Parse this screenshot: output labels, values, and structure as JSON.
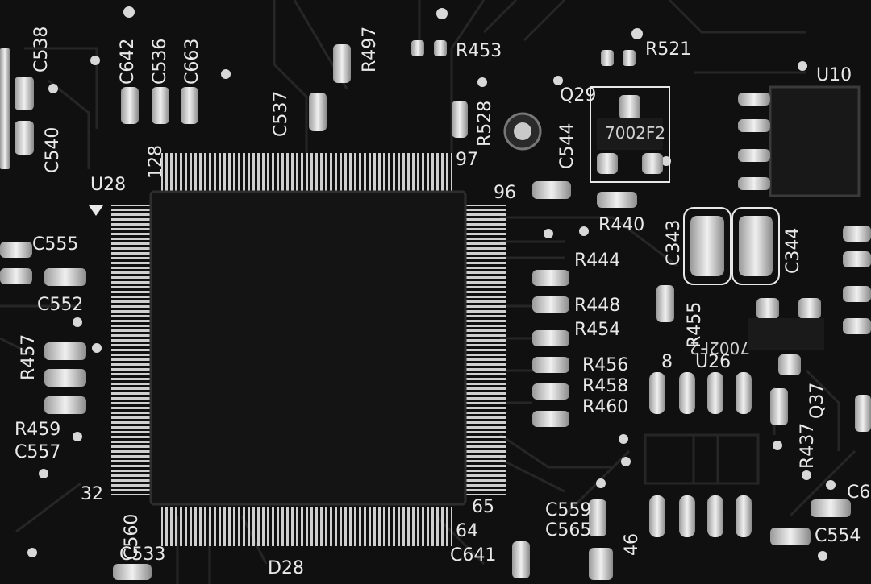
{
  "photo": {
    "chips": {
      "u28": {
        "ref": "U28",
        "pin_first": "128",
        "pin_left_bottom": "32",
        "pin_right_top": "96",
        "pin_right_97": "97",
        "pin_right_bottom": "65",
        "pin_bottom_right": "64"
      },
      "u10": {
        "ref": "U10"
      },
      "u26": {
        "ref": "U26",
        "pin": "8"
      },
      "q29": {
        "ref": "Q29",
        "marking": "7002F2"
      },
      "q37": {
        "ref": "Q37",
        "marking": "7002F2"
      }
    },
    "labels": [
      "C538",
      "C642",
      "C536",
      "C663",
      "C537",
      "R497",
      "R453",
      "R521",
      "C540",
      "R528",
      "C544",
      "C555",
      "C552",
      "R457",
      "R459",
      "C557",
      "R444",
      "R448",
      "R454",
      "R456",
      "R458",
      "R460",
      "R440",
      "C343",
      "C344",
      "R455",
      "R437",
      "C560",
      "C533",
      "D28",
      "C641",
      "C559",
      "C565",
      "C554",
      "C6",
      "46"
    ]
  }
}
